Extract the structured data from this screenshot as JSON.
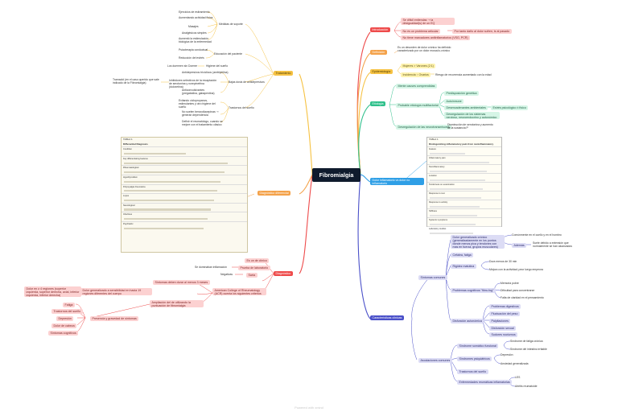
{
  "center": "Fibromialgia",
  "branches": {
    "intro": {
      "label": "Introducción",
      "items": [
        "Se dificil entiendas ⇢ la desigualdad(s) de un EQ",
        "No es un problema articular",
        "Por tanto daño al dolor sufren, is al pasado",
        "No tiene marcadores antiinflamatorios (VSG, PCR)"
      ]
    },
    "definicion": {
      "label": "Definición",
      "items": [
        "Es un desorden de dolor crónico ha definido caracterizado por un dolor musculo-crónico"
      ]
    },
    "epidemio": {
      "label": "Epidemiología",
      "items": [
        "Mujeres > Varones (2:1)",
        "Incidencia ↑ Ovarios",
        "Riesgo de recurrencia aumentado con la edad"
      ]
    },
    "etiologia": {
      "label": "Etiología",
      "items": [
        "Mente causes comprendidas",
        "Predisposición genética",
        "Autoinmune",
        "Probable etiología multifactorial",
        "Desencadenantes ambientales",
        "Estrés psicológico ± físico",
        "Desregulación de los sistemas nervioso, neuroendocrino y autonómico",
        "Desregulación de las neurotransmisores",
        "Disminución de serotonina y aumento de la sustancia P"
      ]
    },
    "dolor": {
      "label": "Dolor inflamatorio vs dolor no inflamatorio",
      "table_caption": "TABLA 1",
      "table_title": "Distinguishing inflammatory pain from noninflammatory",
      "table_rows": [
        "Feature",
        "Inflammatory pain",
        "Noninflammatory",
        "Location",
        "Tenderness on examination",
        "Response to rest",
        "Response to activity",
        "Stiffness",
        "Systemic symptoms",
        "Laboratory studies"
      ]
    },
    "caracteristicas": {
      "label": "Características clínicas",
      "items": [
        "Dolor generalizado crónico (generalizadamente en los puntos donde menos pica y tendones con mas en fuerza, grupos musculares)",
        "Comúnmente en el cuello y en el hombro",
        "Además",
        "Suele debido a extensión que normalmente se han alcanzados",
        "Síntomas comunes",
        "Cefalea, fatiga",
        "Rigidez matutina",
        "Dura menos de 30 min",
        "Mejora con la actividad; peor luego empeora",
        "Problemas cognitivos \"fibro-fog\"",
        "Memoria pobre",
        "Dificultad para concentrarse",
        "Falta de claridad en el pensamiento",
        "Disfunción autonómica",
        "Problemas digestivos",
        "Fluctuación del peso",
        "Palpitaciones",
        "Disfunción sexual",
        "Sudores nocturnos",
        "Asociaciones comunes",
        "Síndrome somático funcional",
        "Síndrome de fatiga crónica",
        "Síndrome del intestino irritable",
        "Síndromes psiquiátricos",
        "Depresión",
        "Ansiedad generalizada",
        "Trastornos del sueño",
        "Enfermedades reumáticas inflamatorias",
        "LES",
        "Artritis reumatoide"
      ]
    },
    "diagnostico": {
      "label": "Diagnóstico",
      "items": [
        "Es un de clínico",
        "Prueba de laboratorio",
        "Se dominaban inflamación",
        "Sarta",
        "Negativas",
        "Síntomas deben durar al menos 3 meses",
        "American College of Rheumatology (ACR) cuenta los siguientes criterios",
        "Dolor generalizado a sensibilidad en hasta 19 regiones diferentes del cuerpo",
        "Dolor en ≥ 4 regiones (superior izquierda, superior derecha, axial, inferior izquierda, inferior derecha)",
        "Ampliación del de utilizando la puntuación de fibromialgia",
        "Presencia y gravedad de síntomas",
        "Fatiga",
        "Trastornos del sueño",
        "Depresión",
        "Dolor de cabeza",
        "Síntomas cognitivos"
      ]
    },
    "diferencial": {
      "label": "Diagnóstico diferencial",
      "table_caption": "TABLA 1",
      "table_title": "Differential Diagnosis",
      "table_rows": [
        "Condition",
        "Key differentiating features",
        "Rheumatological",
        "Hypothyroidism",
        "Polymyalgia rheumatica",
        "Lupus",
        "Neurological",
        "Infectious",
        "Psychiatric"
      ]
    },
    "tratamiento": {
      "label": "Tratamiento",
      "items": [
        "Ejercicios de estiramiento",
        "Aumentando actividad física",
        "Medidas de soporte",
        "Masajes",
        "Analgésicos simples",
        "Aumentó la estimulación biológica de la enfermedad",
        "Psicoterapia conductual",
        "Educación del paciente",
        "Reducción del estrés",
        "Los duermen sin Dormer",
        "Higiene del sueño",
        "Antidepresivos tricíclicos (amitriptilina)",
        "Tramadol (en el caso querido que sale indicado de la Fibromialgia)",
        "Inhibidores selectivos de la recaptación de serotonina y norepinefrina (duloxetina)",
        "Bajas dosis de antidepresivos",
        "Anticonvulsivantes (pregabalina, gabapentina)",
        "Evitando ciclopropanos, estimulantes y otro higiene del sueño",
        "Trastornos del sueño",
        "No suelen benzodiacepinas ⇢ generan dependencia",
        "Definir el reumatólogo, cuando se mejore con el tratamiento clásico"
      ]
    }
  },
  "footer": "Powered with xmind",
  "colors": {
    "center": "#0f1b2d",
    "intro": "#ee4b4b",
    "definicion": "#f4a24a",
    "epidemio": "#f6c243",
    "etiologia": "#2fc08b",
    "dolor": "#2f9fe6",
    "caracteristicas": "#4a50c9",
    "diagnostico": "#ee4b4b",
    "diferencial": "#f4a24a",
    "tratamiento": "#f6c243"
  }
}
